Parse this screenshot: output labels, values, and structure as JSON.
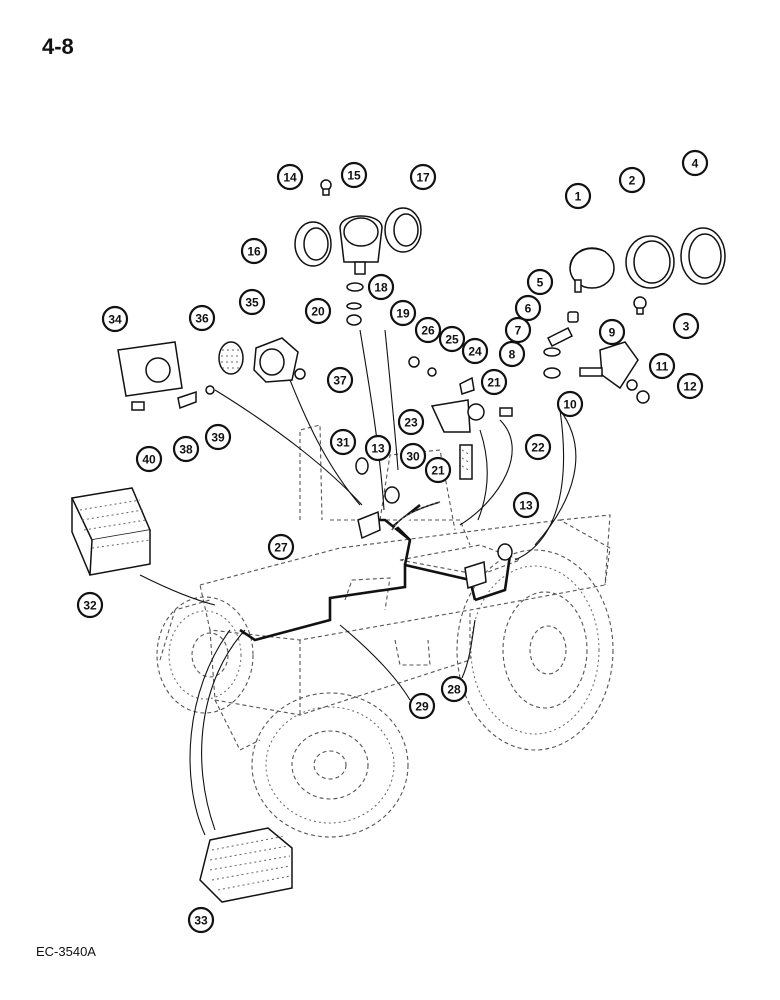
{
  "page": {
    "page_number": "4-8",
    "document_code": "EC-3540A"
  },
  "callouts": [
    {
      "id": "c1",
      "label": "1"
    },
    {
      "id": "c2",
      "label": "2"
    },
    {
      "id": "c3",
      "label": "3"
    },
    {
      "id": "c4",
      "label": "4"
    },
    {
      "id": "c5",
      "label": "5"
    },
    {
      "id": "c6",
      "label": "6"
    },
    {
      "id": "c7",
      "label": "7"
    },
    {
      "id": "c8",
      "label": "8"
    },
    {
      "id": "c9",
      "label": "9"
    },
    {
      "id": "c10",
      "label": "10"
    },
    {
      "id": "c11",
      "label": "11"
    },
    {
      "id": "c12",
      "label": "12"
    },
    {
      "id": "c13a",
      "label": "13"
    },
    {
      "id": "c13b",
      "label": "13"
    },
    {
      "id": "c14",
      "label": "14"
    },
    {
      "id": "c15",
      "label": "15"
    },
    {
      "id": "c16",
      "label": "16"
    },
    {
      "id": "c17",
      "label": "17"
    },
    {
      "id": "c18",
      "label": "18"
    },
    {
      "id": "c19",
      "label": "19"
    },
    {
      "id": "c20",
      "label": "20"
    },
    {
      "id": "c21a",
      "label": "21"
    },
    {
      "id": "c21b",
      "label": "21"
    },
    {
      "id": "c22",
      "label": "22"
    },
    {
      "id": "c23",
      "label": "23"
    },
    {
      "id": "c24",
      "label": "24"
    },
    {
      "id": "c25",
      "label": "25"
    },
    {
      "id": "c26",
      "label": "26"
    },
    {
      "id": "c27",
      "label": "27"
    },
    {
      "id": "c28",
      "label": "28"
    },
    {
      "id": "c29",
      "label": "29"
    },
    {
      "id": "c30",
      "label": "30"
    },
    {
      "id": "c31",
      "label": "31"
    },
    {
      "id": "c32",
      "label": "32"
    },
    {
      "id": "c33",
      "label": "33"
    },
    {
      "id": "c34",
      "label": "34"
    },
    {
      "id": "c35",
      "label": "35"
    },
    {
      "id": "c36",
      "label": "36"
    },
    {
      "id": "c37",
      "label": "37"
    },
    {
      "id": "c38",
      "label": "38"
    },
    {
      "id": "c39",
      "label": "39"
    },
    {
      "id": "c40",
      "label": "40"
    }
  ]
}
